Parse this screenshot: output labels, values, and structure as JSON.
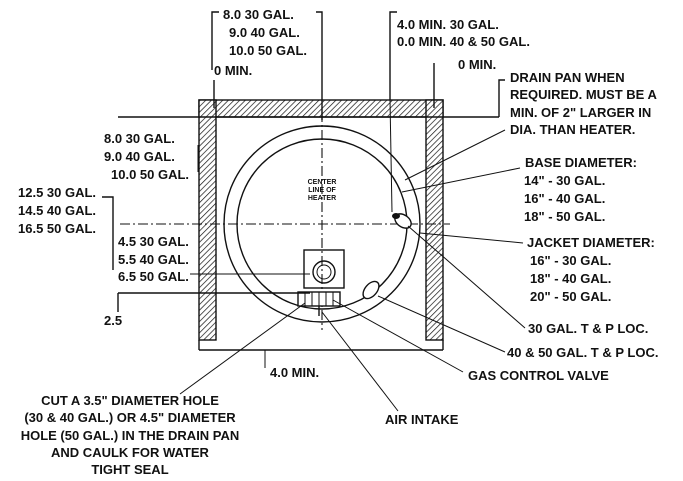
{
  "labels": {
    "top_gal_30": "8.0 30 GAL.",
    "top_gal_40": "9.0 40 GAL.",
    "top_gal_50": "10.0 50 GAL.",
    "top_zero": "0 MIN.",
    "tp_30": "4.0 MIN. 30 GAL.",
    "tp_40_50": "0.0 MIN. 40 & 50 GAL.",
    "right_zero": "0 MIN.",
    "drain_pan": [
      "DRAIN PAN WHEN",
      "REQUIRED. MUST BE A",
      "MIN. OF 2\" LARGER IN",
      "DIA. THAN HEATER."
    ],
    "left_a": [
      "8.0 30 GAL.",
      "9.0 40 GAL.",
      "10.0 50 GAL."
    ],
    "left_b": [
      "12.5 30 GAL.",
      "14.5 40 GAL.",
      "16.5 50 GAL."
    ],
    "left_c": [
      "4.5 30 GAL.",
      "5.5 40 GAL.",
      "6.5 50 GAL."
    ],
    "left_25": "2.5",
    "center_line": [
      "CENTER",
      "LINE OF",
      "HEATER"
    ],
    "base_diameter": [
      "BASE DIAMETER:",
      "14\" - 30 GAL.",
      "16\" - 40 GAL.",
      "18\" - 50 GAL."
    ],
    "jacket_diameter": [
      "JACKET DIAMETER:",
      "16\" - 30 GAL.",
      "18\" - 40 GAL.",
      "20\" - 50 GAL."
    ],
    "tp_loc_30": "30 GAL. T & P LOC.",
    "tp_loc_40_50": "40 & 50 GAL. T & P LOC.",
    "gas_valve": "GAS CONTROL VALVE",
    "bottom_min": "4.0 MIN.",
    "air_intake": "AIR INTAKE",
    "cut_hole": [
      "CUT A 3.5\" DIAMETER HOLE",
      "(30 & 40 GAL.) OR 4.5\" DIAMETER",
      "HOLE (50 GAL.) IN THE DRAIN PAN",
      "AND CAULK FOR WATER",
      "TIGHT SEAL"
    ]
  }
}
